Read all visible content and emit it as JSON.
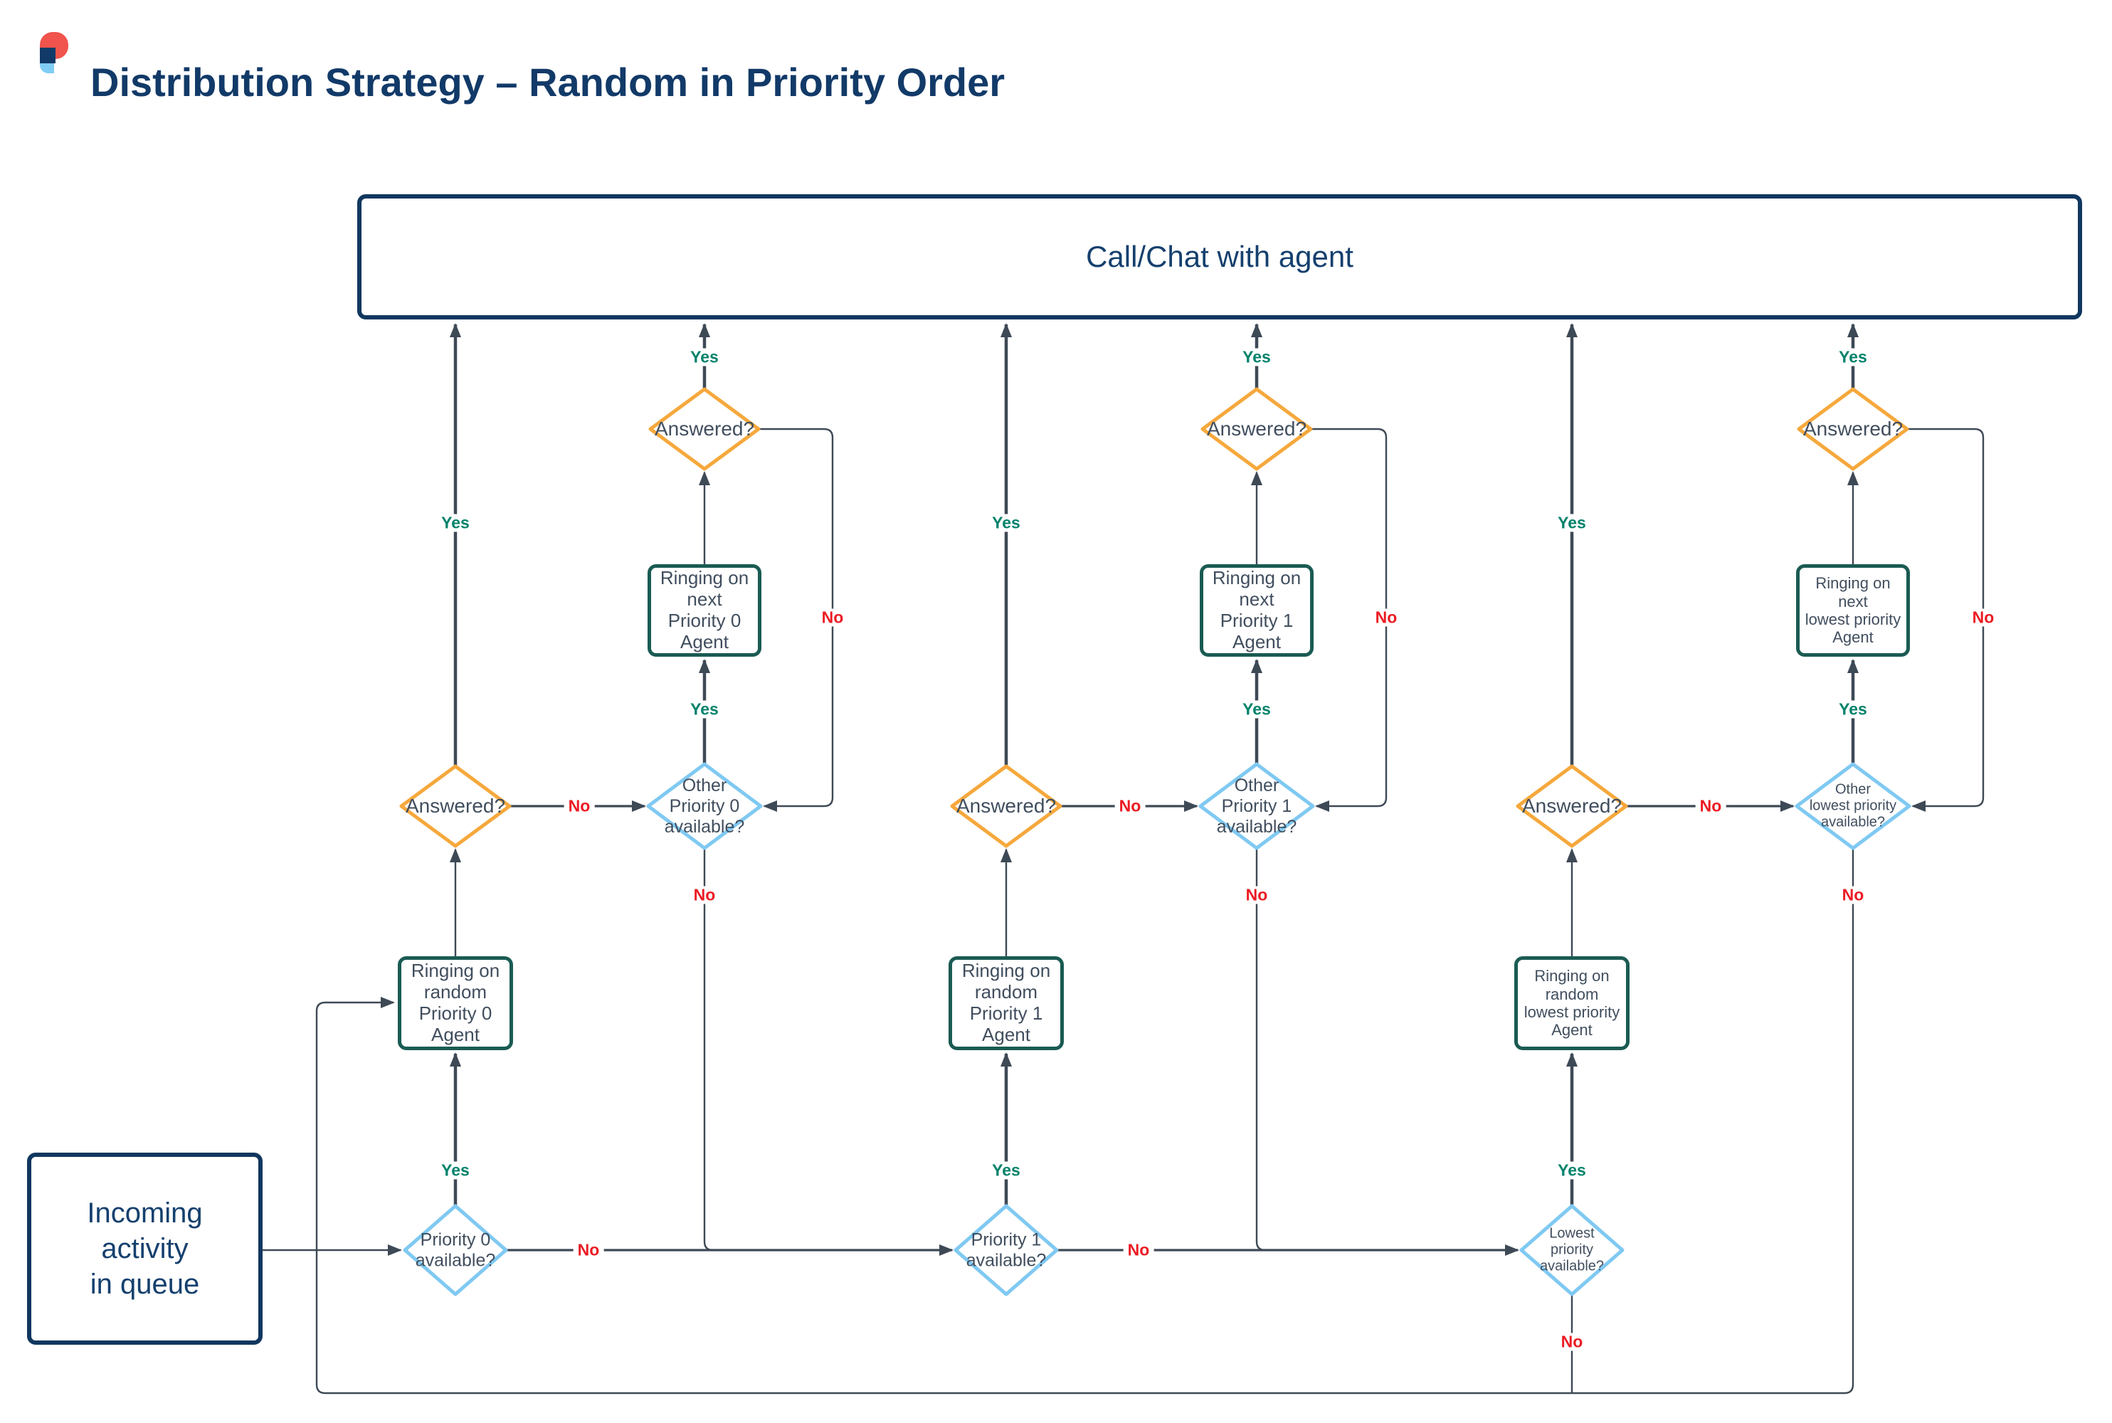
{
  "page": {
    "title": "Distribution Strategy – Random in Priority Order"
  },
  "top_node": {
    "label": "Call/Chat with agent"
  },
  "start_node": {
    "label": "Incoming\nactivity\nin queue"
  },
  "labels": {
    "yes": "Yes",
    "no": "No"
  },
  "columns": [
    {
      "id": "priority-0",
      "available": "Priority 0\navailable?",
      "ringing_random": "Ringing on\nrandom\nPriority 0\nAgent",
      "answered_first": "Answered?",
      "other_available": "Other\nPriority 0\navailable?",
      "ringing_next": "Ringing on\nnext\nPriority 0\nAgent",
      "answered_second": "Answered?"
    },
    {
      "id": "priority-1",
      "available": "Priority 1\navailable?",
      "ringing_random": "Ringing on\nrandom\nPriority 1\nAgent",
      "answered_first": "Answered?",
      "other_available": "Other\nPriority 1\navailable?",
      "ringing_next": "Ringing on\nnext\nPriority 1\nAgent",
      "answered_second": "Answered?"
    },
    {
      "id": "lowest-priority",
      "available": "Lowest\npriority\navailable?",
      "ringing_random": "Ringing on\nrandom\nlowest priority\nAgent",
      "answered_first": "Answered?",
      "other_available": "Other\nlowest priority\navailable?",
      "ringing_next": "Ringing on\nnext\nlowest priority\nAgent",
      "answered_second": "Answered?"
    }
  ],
  "colors": {
    "navy": "#123A68",
    "orange": "#F6A83C",
    "sky_blue": "#7FC9F2",
    "teal": "#1A5B53",
    "yes_green": "#00826B",
    "no_red": "#EC1B23",
    "wire": "#3E4956",
    "node_text": "#414E5E"
  }
}
